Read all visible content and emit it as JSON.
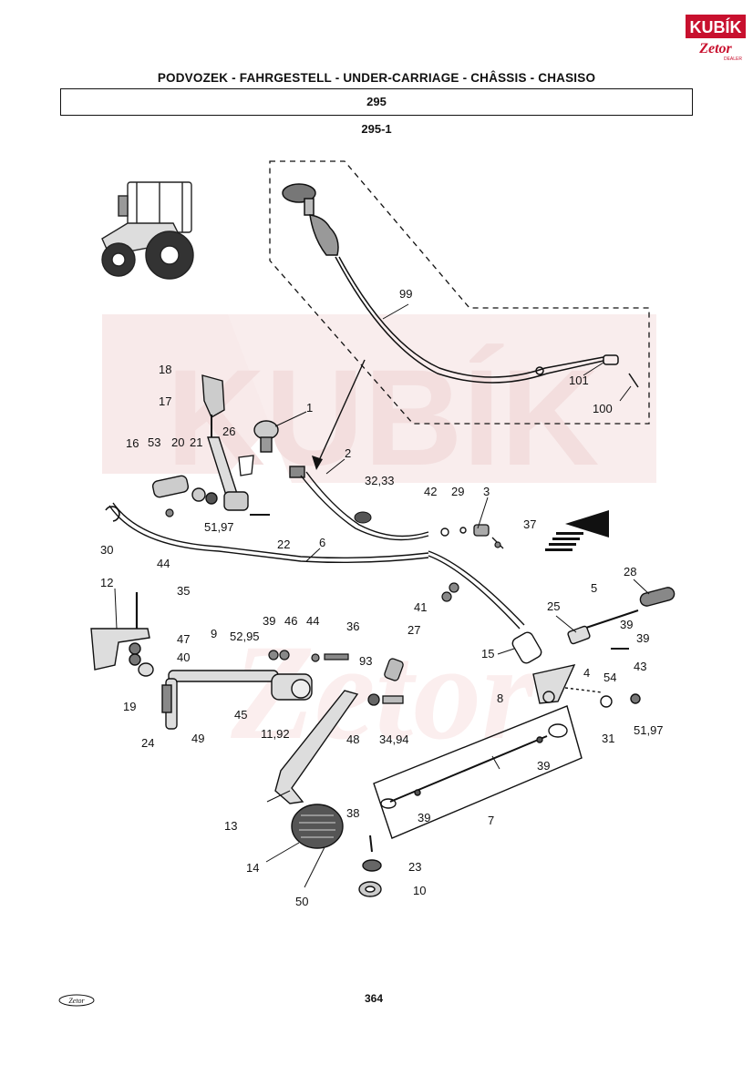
{
  "header": {
    "title": "PODVOZEK - FAHRGESTELL - UNDER-CARRIAGE - CHÂSSIS - CHASISO",
    "section_number": "295",
    "subsection": "295-1"
  },
  "logo": {
    "brand_text": "KUBÍK",
    "sub_text": "Zetor",
    "dealer_text": "DEALER",
    "color": "#c8102e"
  },
  "watermark": {
    "text_top": "KUBÍK",
    "text_bottom": "Zetor",
    "color": "#f6e6e6"
  },
  "callouts": [
    "1",
    "2",
    "3",
    "4",
    "5",
    "6",
    "7",
    "8",
    "9",
    "10",
    "11,92",
    "12",
    "13",
    "14",
    "15",
    "16",
    "17",
    "18",
    "19",
    "20",
    "21",
    "22",
    "23",
    "24",
    "25",
    "26",
    "27",
    "28",
    "29",
    "30",
    "31",
    "32,33",
    "34,94",
    "35",
    "36",
    "37",
    "38",
    "39",
    "39",
    "39",
    "39",
    "39",
    "40",
    "41",
    "42",
    "43",
    "44",
    "44",
    "45",
    "46",
    "47",
    "48",
    "49",
    "50",
    "51,97",
    "51,97",
    "52,95",
    "53",
    "54",
    "93",
    "99",
    "100",
    "101"
  ],
  "footer": {
    "page_number": "364",
    "logo_text": "Zetor"
  }
}
